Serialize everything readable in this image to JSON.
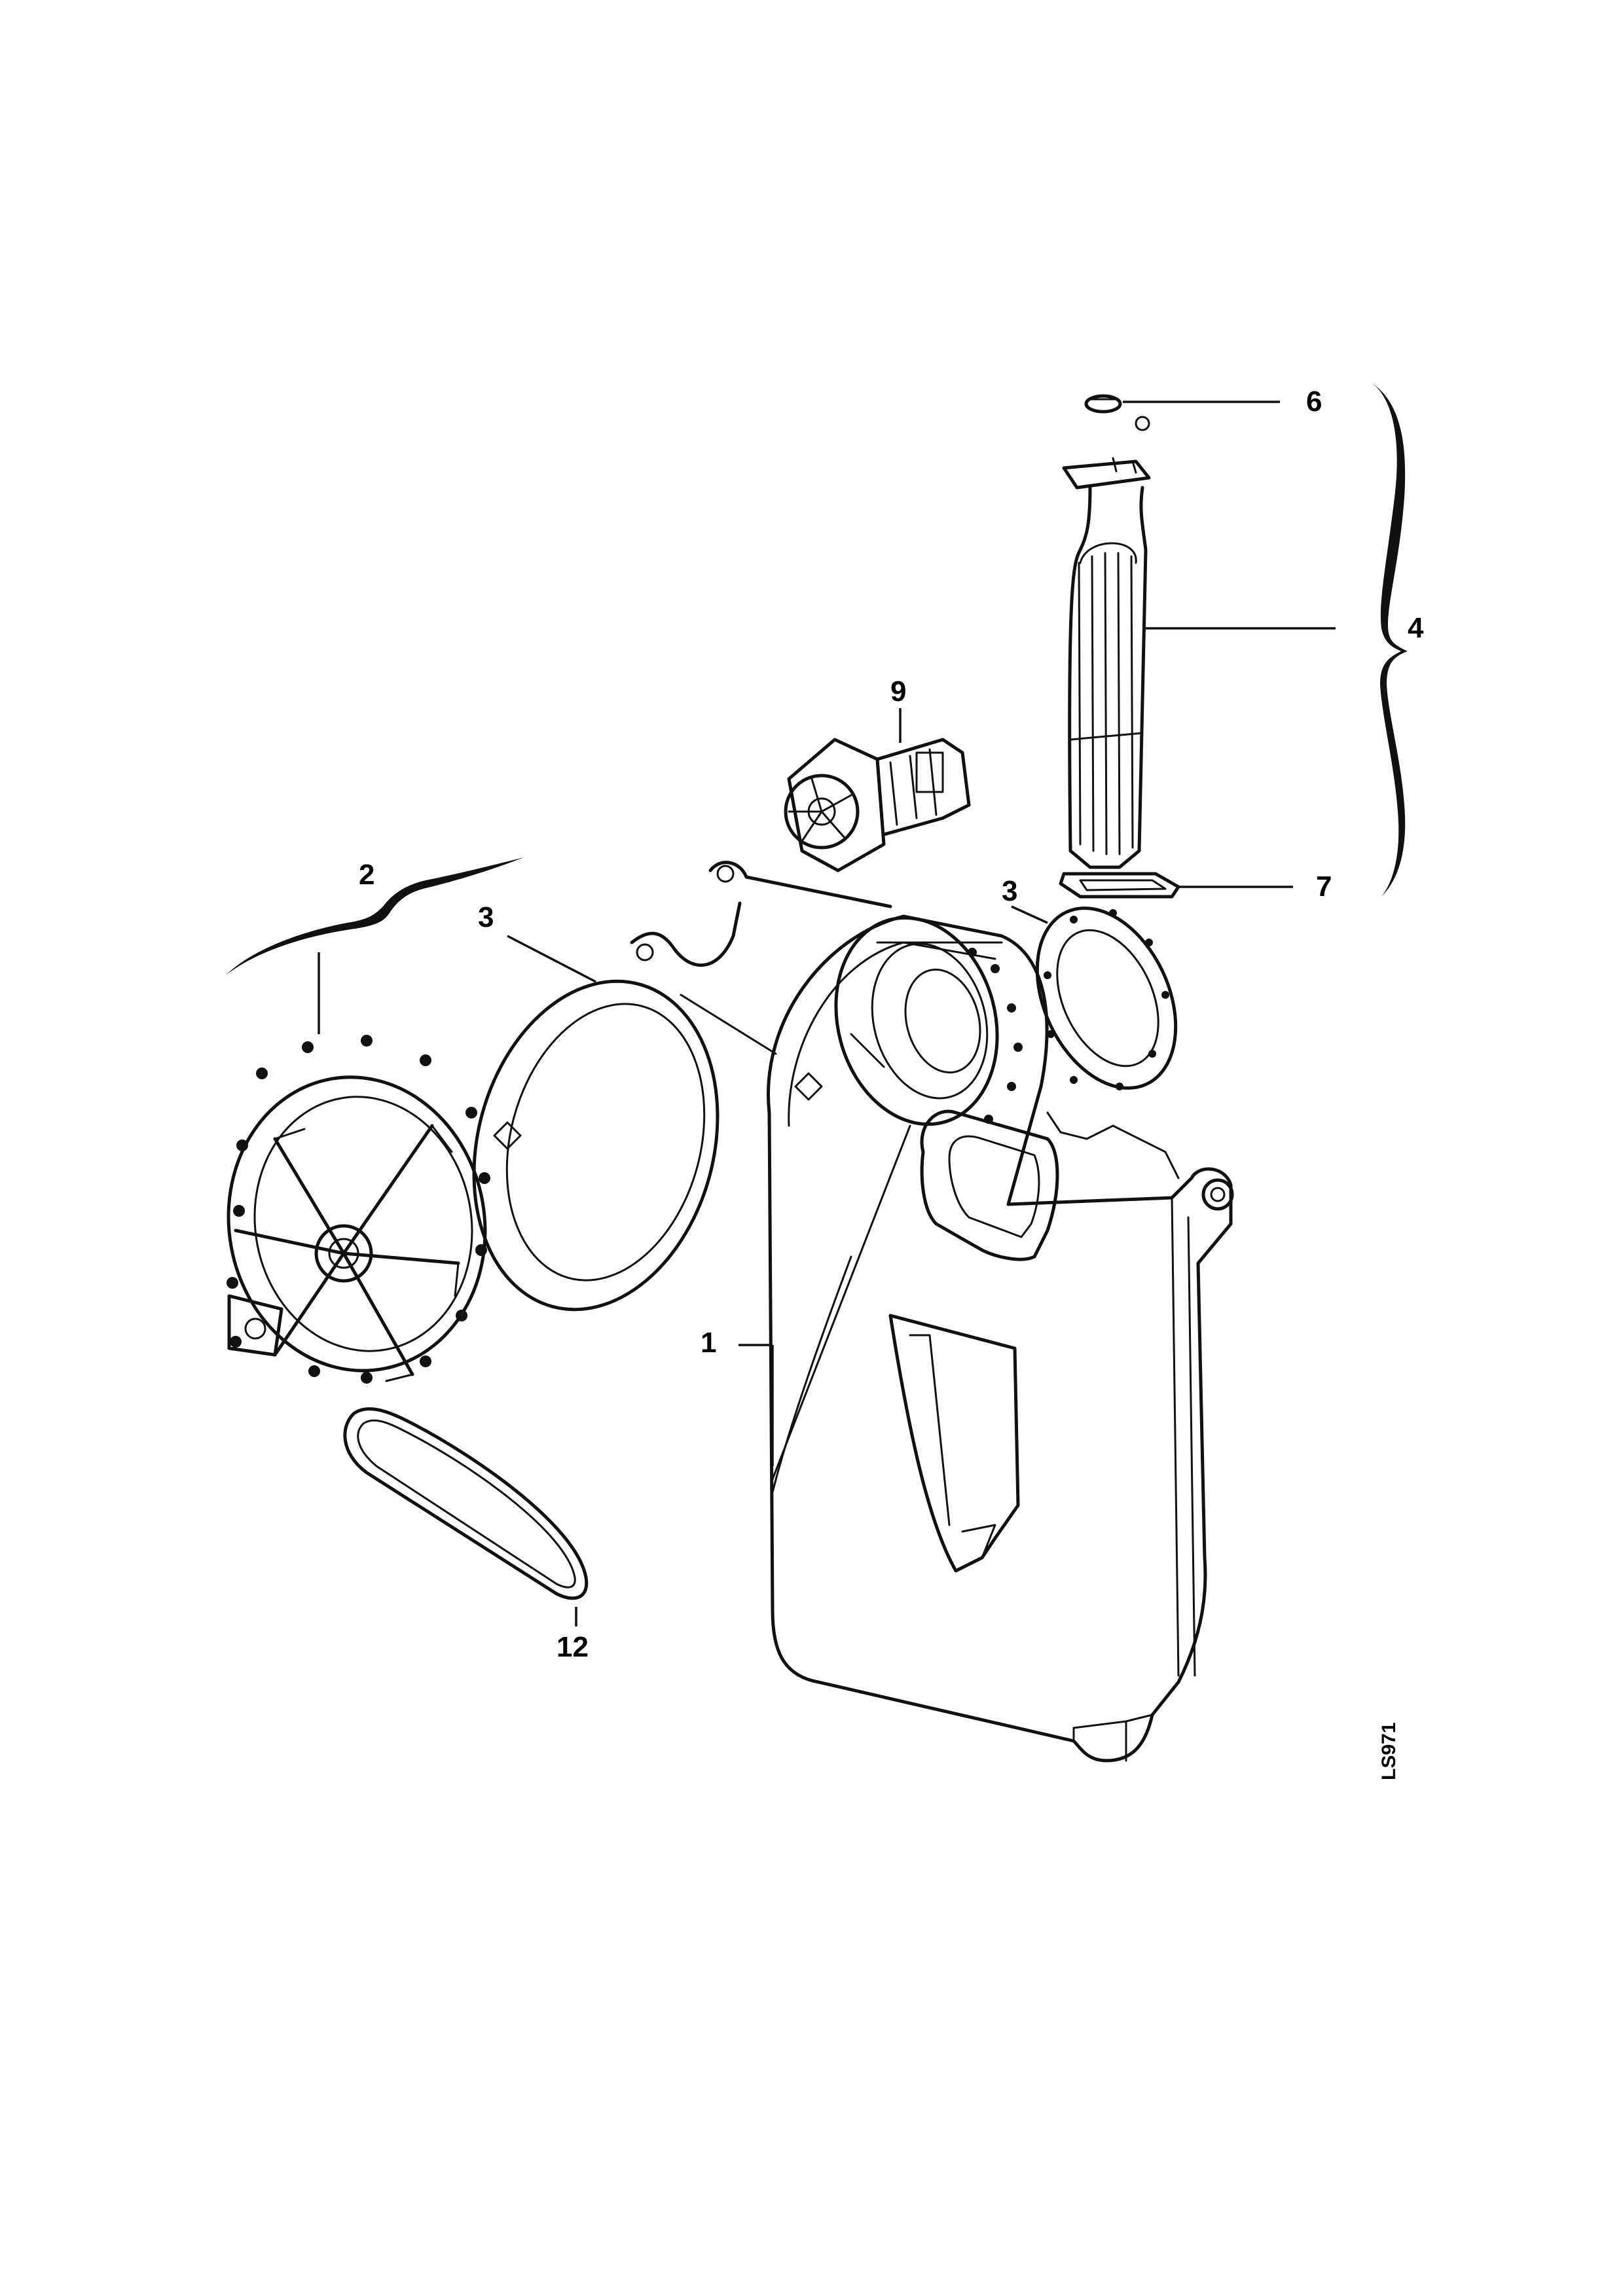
{
  "diagram": {
    "drawing_code": "LS971",
    "callouts": [
      {
        "id": "c1",
        "label": "1"
      },
      {
        "id": "c2",
        "label": "2"
      },
      {
        "id": "c3a",
        "label": "3"
      },
      {
        "id": "c3b",
        "label": "3"
      },
      {
        "id": "c4",
        "label": "4"
      },
      {
        "id": "c6",
        "label": "6"
      },
      {
        "id": "c7",
        "label": "7"
      },
      {
        "id": "c9",
        "label": "9"
      },
      {
        "id": "c12",
        "label": "12"
      }
    ]
  }
}
